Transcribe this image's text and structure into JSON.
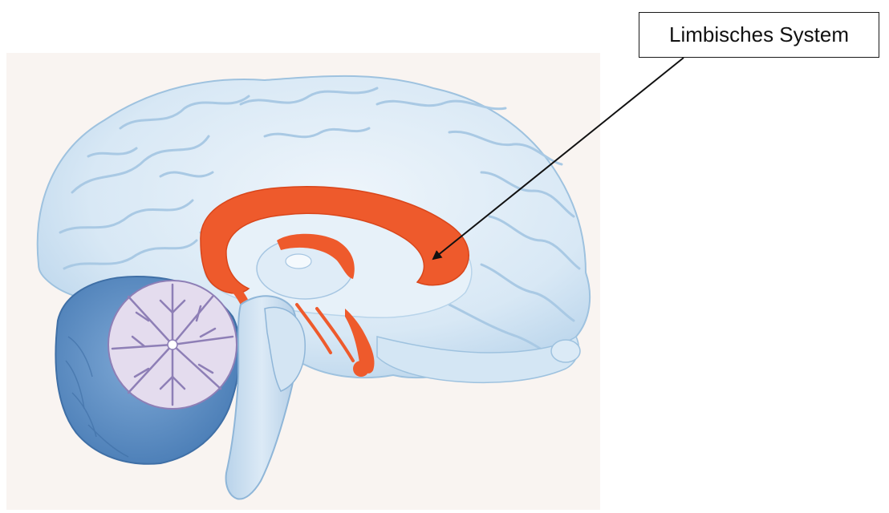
{
  "diagram": {
    "annotation": {
      "label": "Limbisches System"
    },
    "parts": [
      {
        "name": "cerebrum",
        "color": "#dbeaf6"
      },
      {
        "name": "limbic-system",
        "color": "#ee5a2c"
      },
      {
        "name": "cerebellum",
        "color": "#5d8fc4"
      },
      {
        "name": "brainstem",
        "color": "#c9def0"
      },
      {
        "name": "cerebellum-arbor",
        "color": "#e4dcee"
      }
    ],
    "colors": {
      "background": "#f9f4f1",
      "outline": "#9ec2df",
      "gyri": "#b7d3ea",
      "limbic": "#ee5a2c",
      "arrow": "#111111"
    }
  }
}
